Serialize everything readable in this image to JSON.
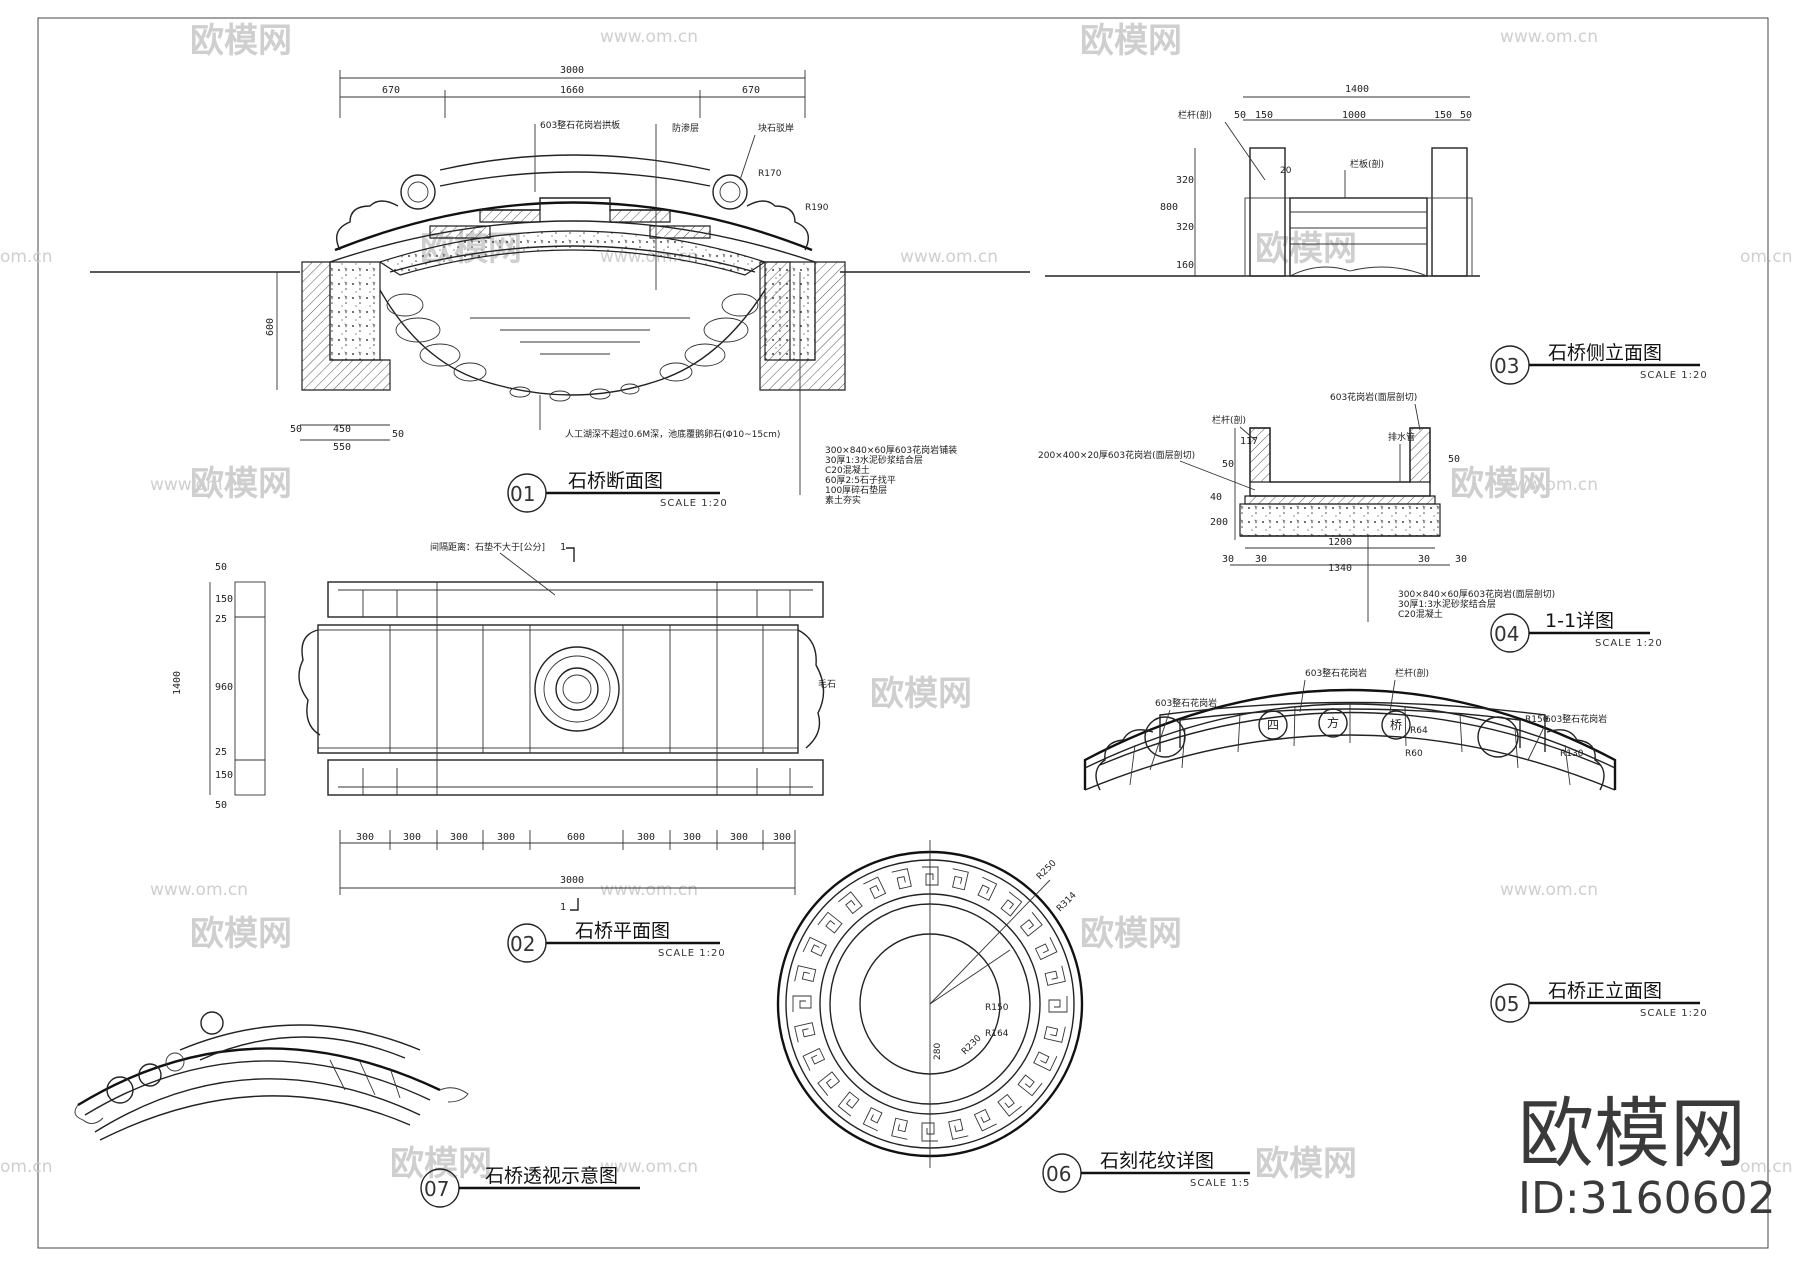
{
  "brand": {
    "watermark_text": "欧模网",
    "watermark_url": "www.om.cn",
    "watermark_edge": "om.cn",
    "logo_text": "欧模网",
    "id_text": "ID:3160602"
  },
  "views": {
    "v01": {
      "num": "01",
      "title": "石桥断面图",
      "scale": "SCALE 1:20"
    },
    "v02": {
      "num": "02",
      "title": "石桥平面图",
      "scale": "SCALE 1:20"
    },
    "v03": {
      "num": "03",
      "title": "石桥侧立面图",
      "scale": "SCALE 1:20"
    },
    "v04": {
      "num": "04",
      "title": "1-1详图",
      "scale": "SCALE 1:20"
    },
    "v05": {
      "num": "05",
      "title": "石桥正立面图",
      "scale": "SCALE 1:20"
    },
    "v06": {
      "num": "06",
      "title": "石刻花纹详图",
      "scale": "SCALE 1:5"
    },
    "v07": {
      "num": "07",
      "title": "石桥透视示意图",
      "scale": ""
    }
  },
  "section01": {
    "dim_total": "3000",
    "dim_left": "670",
    "dim_mid": "1660",
    "dim_right": "670",
    "dim_h600": "600",
    "dim_b50a": "50",
    "dim_b450": "450",
    "dim_b550": "550",
    "dim_b50b": "50",
    "label_top": "603整石花岗岩拱板",
    "label_fang": "防渗层",
    "label_shore": "块石驳岸",
    "label_r170": "R170",
    "label_r190": "R190",
    "label_bottom": "人工湖深不超过0.6M深，池底覆鹅卵石(Φ10~15cm)",
    "layers": [
      "300×840×60厚603花岗岩铺装",
      "30厚1:3水泥砂浆结合层",
      "C20混凝土",
      "60厚2:5石子找平",
      "100厚碎石垫层",
      "素土夯实"
    ]
  },
  "plan02": {
    "top_note": "间隔距离：石垫不大于[公分]",
    "label_mao": "毛石",
    "mark_1a": "1",
    "mark_1b": "1",
    "bottom_dims": [
      "300",
      "300",
      "300",
      "300",
      "600",
      "300",
      "300",
      "300",
      "300"
    ],
    "dim_total": "3000",
    "left_total": "1400",
    "left_dims": [
      "50",
      "150",
      "25",
      "960",
      "25",
      "150",
      "50"
    ]
  },
  "side03": {
    "dim_total": "1400",
    "dims": [
      "50",
      "150",
      "1000",
      "150",
      "50"
    ],
    "label_left": "栏杆(剖)",
    "label_mid": "栏板(剖)",
    "label_20": "20",
    "v_dims": [
      "320",
      "320",
      "800",
      "160"
    ]
  },
  "detail04": {
    "label_top": "603花岗岩(面层剖切)",
    "label_left": "栏杆(剖)",
    "label_layer": "200×400×20厚603花岗岩(面层剖切)",
    "label_zhuang": "排水管",
    "dim_50a": "50",
    "dim_50b": "50",
    "dim_117": "117",
    "dim_40": "40",
    "dim_200": "200",
    "dim_1200": "1200",
    "dim_1340": "1340",
    "dim_30a": "30",
    "dim_30b": "30",
    "dim_30c": "30",
    "dim_30d": "30",
    "layers": [
      "300×840×60厚603花岗岩(面层剖切)",
      "30厚1:3水泥砂浆结合层",
      "C20混凝土"
    ]
  },
  "elev05": {
    "label_a": "603整石花岗岩",
    "label_b": "603整石花岗岩",
    "label_c": "603整石花岗岩",
    "label_d": "栏杆(剖)",
    "label_r64": "R64",
    "label_r150": "R150",
    "label_r130": "R130",
    "label_r60": "R60",
    "char_1": "四",
    "char_2": "方",
    "char_3": "桥"
  },
  "carve06": {
    "r250": "R250",
    "r314": "R314",
    "r150": "R150",
    "r164": "R164",
    "r230": "R230",
    "d280": "280"
  }
}
